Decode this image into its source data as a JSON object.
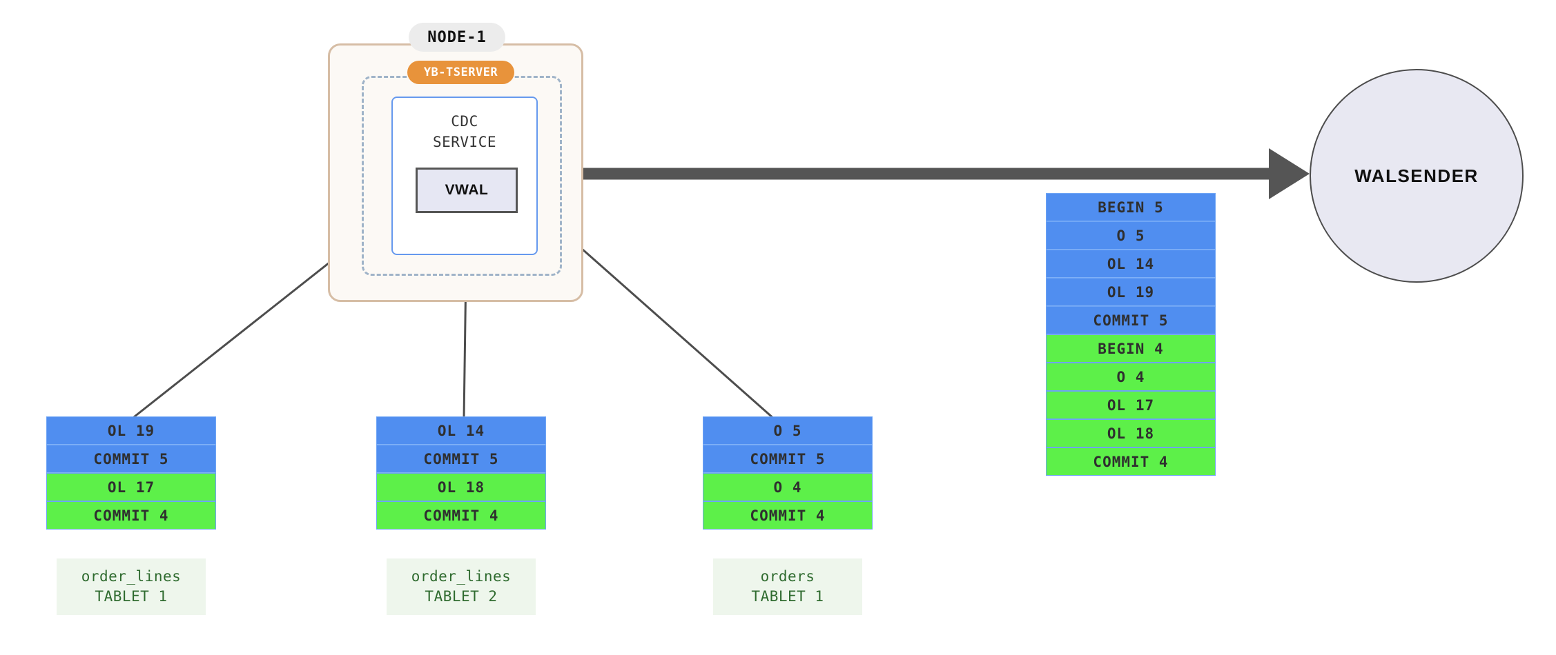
{
  "diagram": {
    "node": {
      "label": "NODE-1",
      "tserver_label": "YB-TSERVER",
      "cdc_service_line1": "CDC",
      "cdc_service_line2": "SERVICE",
      "vwal_label": "VWAL"
    },
    "walsender": {
      "label": "WALSENDER"
    },
    "colors": {
      "blue_row": "#508ef0",
      "green_row": "#5df049",
      "row_border": "#6ea4f5",
      "node_border": "#d6bda5",
      "node_fill": "#fcf9f5",
      "tserver_badge": "#e8933b",
      "cdc_border": "#6699ee",
      "vwal_fill": "#e6e7f3",
      "vwal_border": "#555555",
      "walsender_fill": "#e8e8f2",
      "walsender_border": "#4d4d4d",
      "arrow": "#4d4d4d",
      "caption_fill": "#eef6ec",
      "caption_text": "#2f6b2f",
      "dashed_border": "#9fb3c8",
      "node_pill_fill": "#ececec"
    },
    "tablets": [
      {
        "caption_table": "order_lines",
        "caption_tablet": "TABLET 1",
        "rows": [
          {
            "text": "OL 19",
            "color": "blue"
          },
          {
            "text": "COMMIT 5",
            "color": "blue"
          },
          {
            "text": "OL 17",
            "color": "green"
          },
          {
            "text": "COMMIT 4",
            "color": "green"
          }
        ]
      },
      {
        "caption_table": "order_lines",
        "caption_tablet": "TABLET 2",
        "rows": [
          {
            "text": "OL 14",
            "color": "blue"
          },
          {
            "text": "COMMIT 5",
            "color": "blue"
          },
          {
            "text": "OL 18",
            "color": "green"
          },
          {
            "text": "COMMIT 4",
            "color": "green"
          }
        ]
      },
      {
        "caption_table": "orders",
        "caption_tablet": "TABLET 1",
        "rows": [
          {
            "text": "O 5",
            "color": "blue"
          },
          {
            "text": "COMMIT 5",
            "color": "blue"
          },
          {
            "text": "O 4",
            "color": "green"
          },
          {
            "text": "COMMIT 4",
            "color": "green"
          }
        ]
      }
    ],
    "output_stream": {
      "rows": [
        {
          "text": "BEGIN 5",
          "color": "blue"
        },
        {
          "text": "O 5",
          "color": "blue"
        },
        {
          "text": "OL 14",
          "color": "blue"
        },
        {
          "text": "OL 19",
          "color": "blue"
        },
        {
          "text": "COMMIT 5",
          "color": "blue"
        },
        {
          "text": "BEGIN 4",
          "color": "green"
        },
        {
          "text": "O 4",
          "color": "green"
        },
        {
          "text": "OL 17",
          "color": "green"
        },
        {
          "text": "OL 18",
          "color": "green"
        },
        {
          "text": "COMMIT 4",
          "color": "green"
        }
      ]
    }
  }
}
